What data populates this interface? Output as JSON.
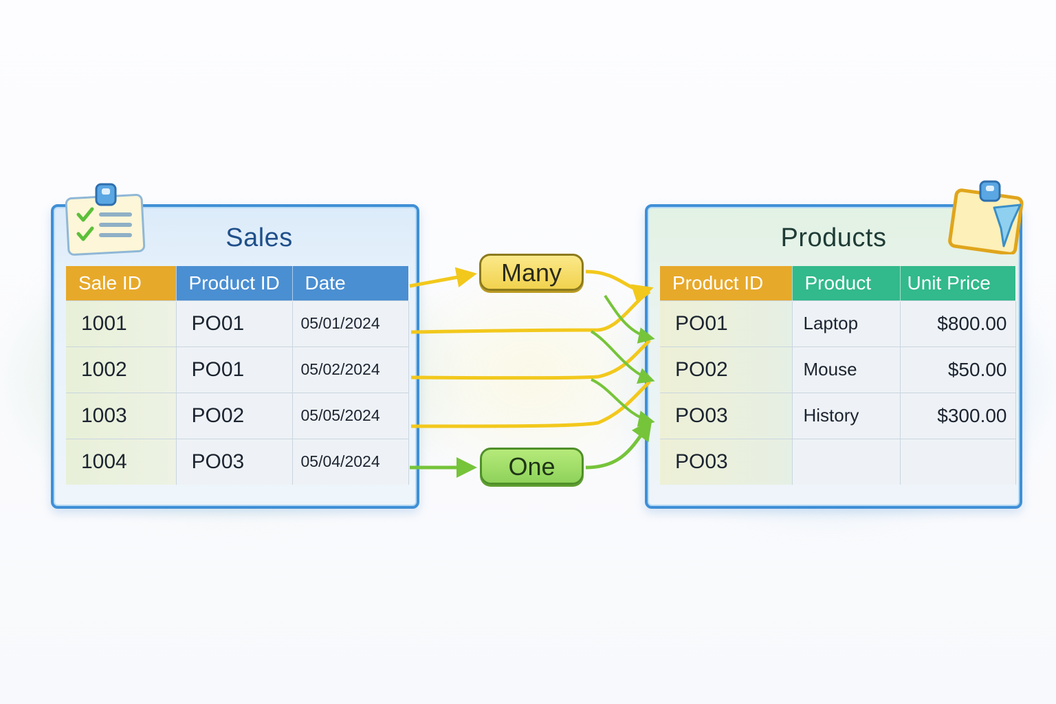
{
  "sales": {
    "title": "Sales",
    "columns": [
      "Sale ID",
      "Product ID",
      "Date"
    ],
    "rows": [
      [
        "1001",
        "PO01",
        "05/01/2024"
      ],
      [
        "1002",
        "PO01",
        "05/02/2024"
      ],
      [
        "1003",
        "PO02",
        "05/05/2024"
      ],
      [
        "1004",
        "PO03",
        "05/04/2024"
      ]
    ]
  },
  "products": {
    "title": "Products",
    "columns": [
      "Product ID",
      "Product",
      "Unit Price"
    ],
    "rows": [
      [
        "PO01",
        "Laptop",
        "$800.00"
      ],
      [
        "PO02",
        "Mouse",
        "$50.00"
      ],
      [
        "PO03",
        "History",
        "$300.00"
      ],
      [
        "PO03",
        "",
        ""
      ]
    ]
  },
  "relationship": {
    "many_label": "Many",
    "one_label": "One"
  },
  "colors": {
    "panel_border": "#3f8fd6",
    "key_header": "#e7a92a",
    "sales_header": "#4a8fd2",
    "products_header": "#32b98c",
    "many_line": "#f2c81c",
    "one_line": "#76c43a"
  },
  "icons": {
    "sales": "clipboard-checklist-icon",
    "products": "clipboard-pin-icon"
  }
}
